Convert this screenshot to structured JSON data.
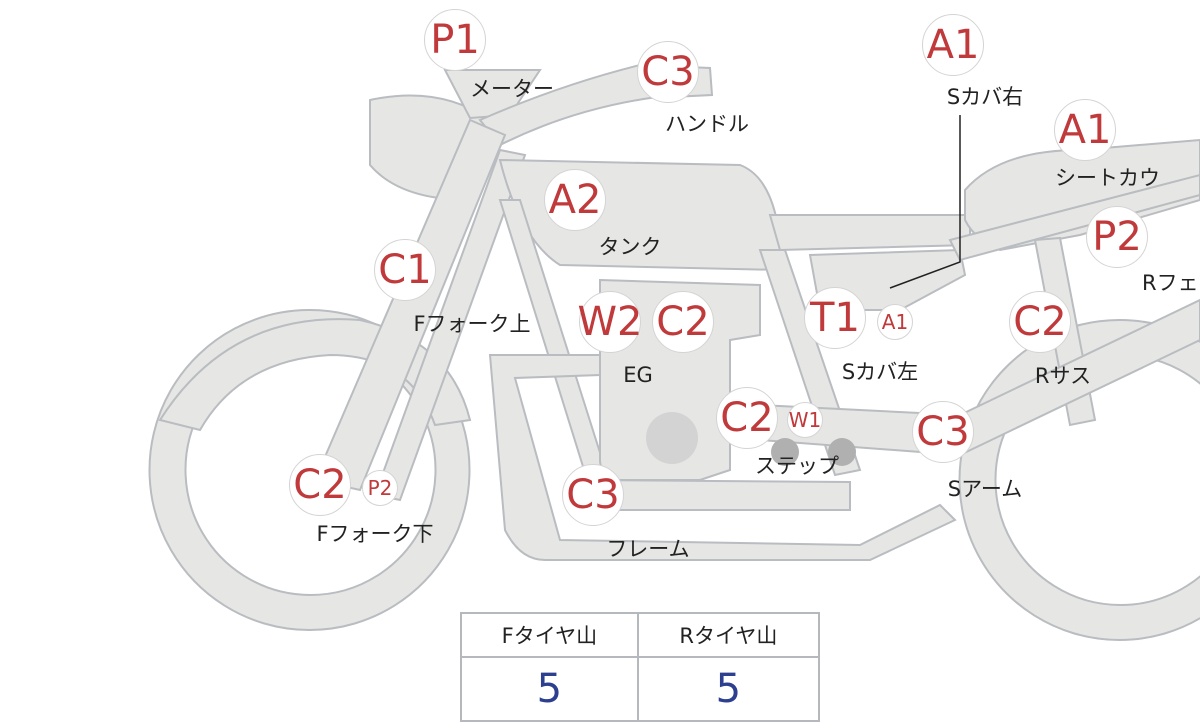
{
  "colors": {
    "marker_text": "#c0393b",
    "value_text": "#2d3f8f",
    "body_fill": "#e6e6e4",
    "outline": "#b9bcc0"
  },
  "markers": [
    {
      "code": "P1",
      "label": "メーター"
    },
    {
      "code": "C3",
      "label": "ハンドル"
    },
    {
      "code": "A1",
      "label": "Sカバ右"
    },
    {
      "code": "A1",
      "label": "シートカウ"
    },
    {
      "code": "A2",
      "label": "タンク"
    },
    {
      "code": "C1",
      "label": "Fフォーク上"
    },
    {
      "code": "P2",
      "label": "Rフェ"
    },
    {
      "code": "W2",
      "code2": "C2",
      "label": "EG"
    },
    {
      "code": "T1",
      "code2": "A1",
      "label": "Sカバ左"
    },
    {
      "code": "C2",
      "label": "Rサス"
    },
    {
      "code": "C2",
      "code2": "W1",
      "label": "ステップ"
    },
    {
      "code": "C3",
      "label": "Sアーム"
    },
    {
      "code": "C2",
      "code2": "P2",
      "label": "Fフォーク下"
    },
    {
      "code": "C3",
      "label": "フレーム"
    }
  ],
  "tire_table": {
    "headers": [
      "Fタイヤ山",
      "Rタイヤ山"
    ],
    "values": [
      "5",
      "5"
    ]
  }
}
